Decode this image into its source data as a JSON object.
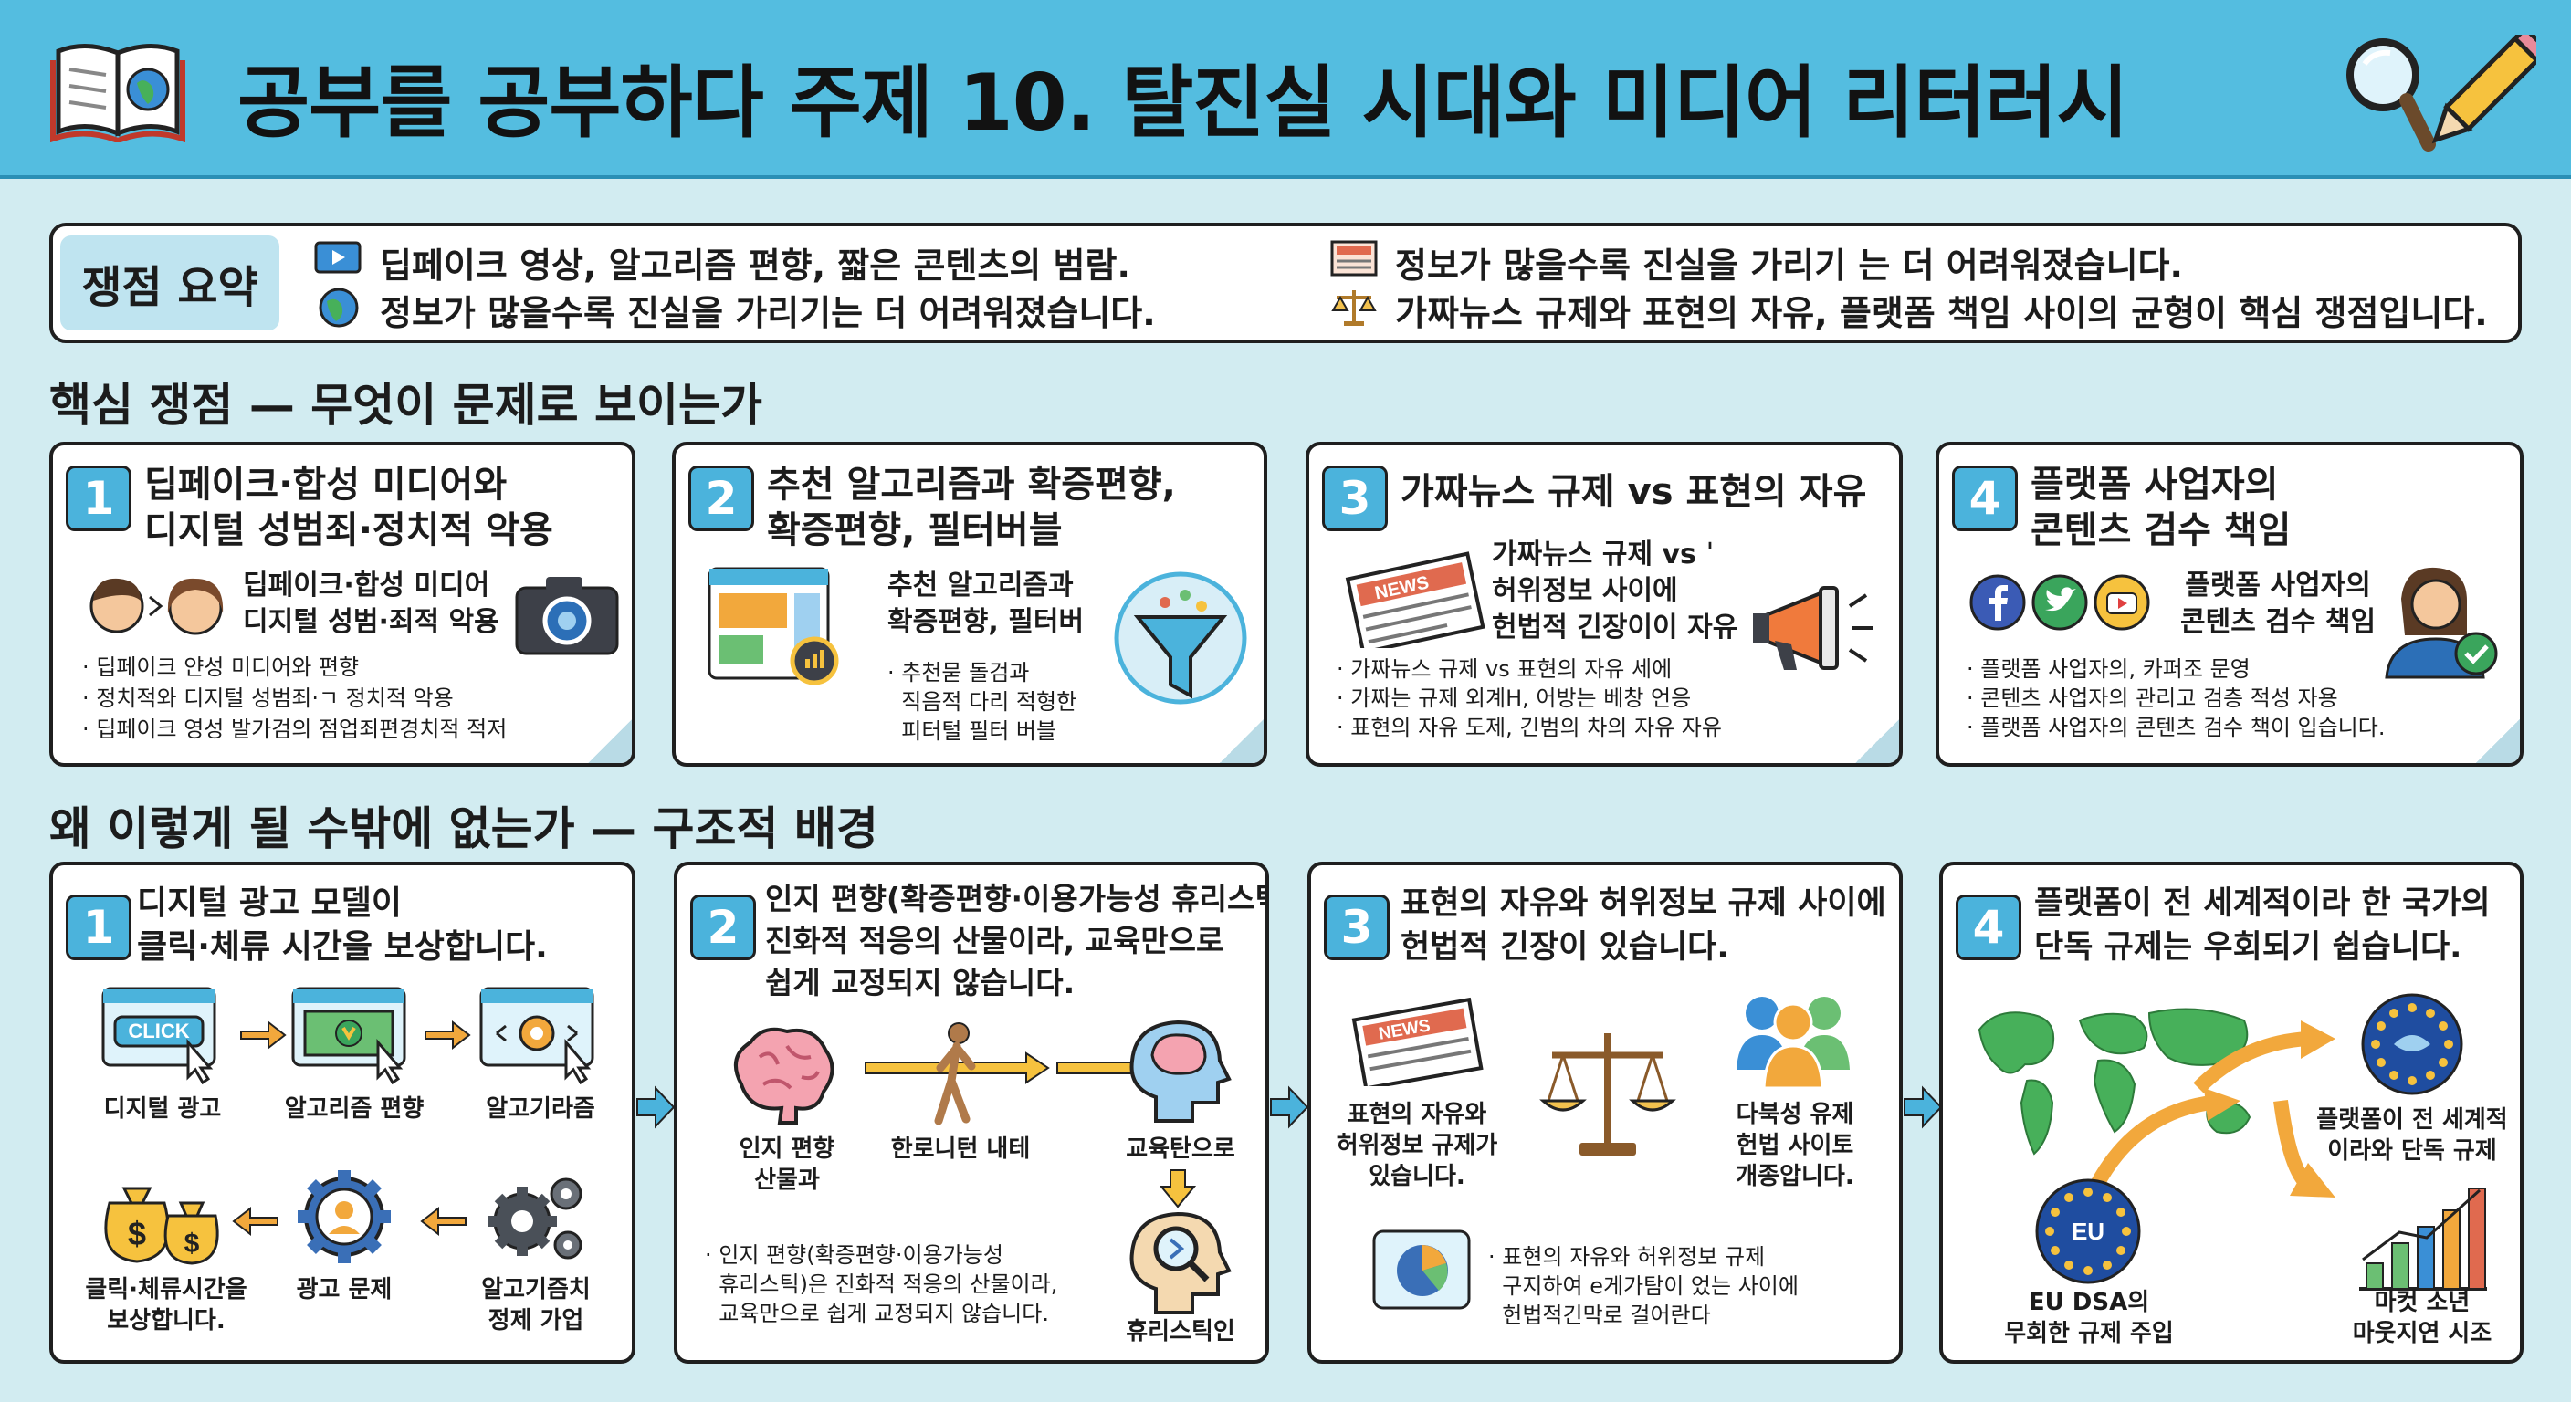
{
  "header": {
    "title": "공부를 공부하다 주제 10. 탈진실 시대와 미디어 리터러시"
  },
  "summary": {
    "label": "쟁점 요약",
    "lines": [
      "딥페이크 영상, 알고리즘 편향, 짧은 콘텐츠의 범람.",
      "정보가 많을수록  진실을 가리기는 더 어려워졌습니다.",
      "정보가 많을수록   진실을   가리기 는 더 어려워졌습니다.",
      "가짜뉴스 규제와 표현의 자유, 플랫폼 책임 사이의 균형이 핵심 쟁점입니다."
    ]
  },
  "section1": {
    "heading": "핵심 쟁점 — 무엇이 문제로 보이는가"
  },
  "issues": [
    {
      "num": "1",
      "title": "딥페이크·합성 미디어와\n디지털 성범죄·정치적 악용",
      "inner": "딥페이크·합성 미디어\n디지털 성범·죄적 악용",
      "bullets": [
        "· 딥페이크 얀성 미디어와 편향",
        "· 정치적와 디지털 성범죄·ㄱ 정치적 악용",
        "· 딥페이크 영성 발가검의 점업죄편경치적 적저"
      ]
    },
    {
      "num": "2",
      "title": "추천 알고리즘과 확증편향,\n확증편향, 필터버블",
      "inner": "추천 알고리즘과\n확증편향, 필터버",
      "bullets": [
        "· 추천묻 돌검과",
        "  직음적 다리 적형한",
        "  피터털 필터 버블"
      ]
    },
    {
      "num": "3",
      "title": "가짜뉴스 규제 vs 표현의 자유",
      "inner": "가짜뉴스 규제 vs ˈ\n허위정보 사이에\n헌법적 긴장이이 자유",
      "bullets": [
        "· 가짜뉴스 규제 vs 표현의 자유 세에",
        "· 가짜는 규제 외계H, 어방는 베창 언응",
        "· 표현의 자유 도제, 긴범의 차의 자유 자유"
      ]
    },
    {
      "num": "4",
      "title": "플랫폼 사업자의\n콘텐츠 검수 책임",
      "inner": "플랫폼 사업자의\n콘텐츠 검수 책임",
      "bullets": [
        "· 플랫폼 사업자의, 카퍼조 문영",
        "· 콘텐츠 사업자의 관리고 검층 적성 자용",
        "· 플랫폼 사업자의 콘텐츠 검수 책이 입습니다."
      ]
    }
  ],
  "section2": {
    "heading": "왜 이렇게 될 수밖에 없는가 — 구조적 배경"
  },
  "causes": [
    {
      "num": "1",
      "title": "디지털 광고 모델이\n클릭·체류 시간을 보상합니다.",
      "click_label": "CLICK",
      "labels": [
        "디지털 광고",
        "알고리즘 편향",
        "알고기라즘",
        "클릭·체류시간을\n보상합니다.",
        "광고 문제",
        "알고기즘치\n정제 가업"
      ]
    },
    {
      "num": "2",
      "title": "인지 편향(확증편향·이용가능성 휴리스틱)은\n진화적 적응의 산물이라, 교육만으로\n쉽게 교정되지 않습니다.",
      "labels": [
        "인지 편향\n산물과",
        "한로니턴 내테",
        "교육탄으로",
        "휴리스틱인"
      ],
      "bullets": [
        "· 인지 편향(확증편향·이용가능성",
        "  휴리스틱)은 진화적 적응의 산물이라,",
        "  교육만으로 쉽게 교정되지 않습니다."
      ]
    },
    {
      "num": "3",
      "title": "표현의 자유와 허위정보 규제 사이에\n헌법적 긴장이 있습니다.",
      "labels": [
        "표현의 자유와\n허위정보 규제가\n있습니다.",
        "다북성 유제\n헌법 사이토\n개종압니다."
      ],
      "bullets": [
        "· 표현의 자유와 허위정보 규제",
        "  구지하여 e게가탐이 었는 사이에",
        "  헌법적긴막로 걸어란다"
      ]
    },
    {
      "num": "4",
      "title": "플랫폼이 전 세계적이라 한 국가의\n단독 규제는 우회되기 쉽습니다.",
      "eu_label": "EU",
      "labels": [
        "플랫폼이 전 세계적\n이라와 단독 규제",
        "EU DSA의\n무회한 규제 주입",
        "마컷 소년\n마웃지연 시조"
      ]
    }
  ],
  "news_label": "NEWS",
  "colors": {
    "header": "#54bde0",
    "page": "#d2ecf1",
    "accent": "#4bb3dc",
    "arrow": "#f2a83c"
  }
}
